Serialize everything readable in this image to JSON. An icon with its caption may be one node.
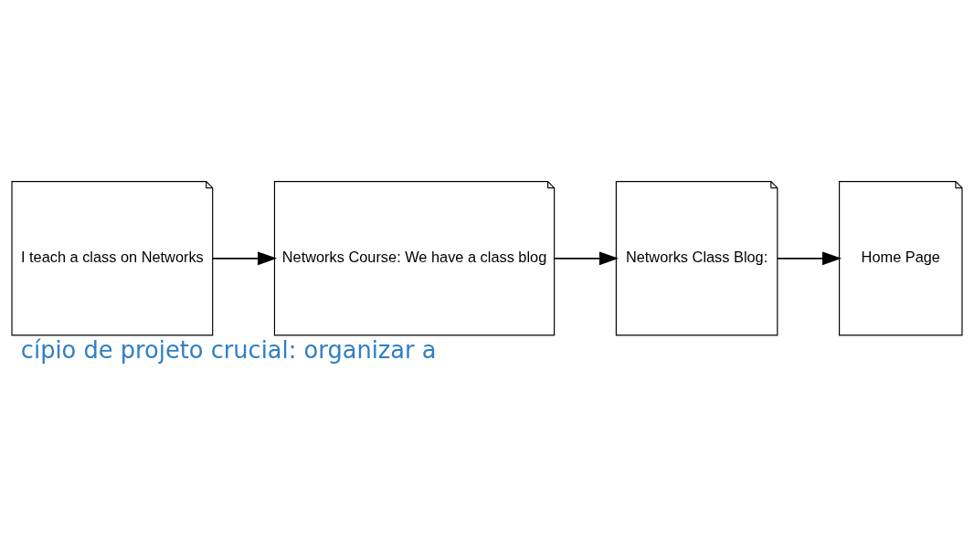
{
  "diagram": {
    "caption": "cípio de projeto crucial: organizar a",
    "nodes": [
      {
        "text": [
          "I teach a class on Networks"
        ]
      },
      {
        "text": [
          "Networks Course: We have a class blog"
        ]
      },
      {
        "text": [
          "Networks Class Blog:"
        ]
      },
      {
        "text": [
          "Home Page"
        ]
      }
    ],
    "edges": [
      {
        "from": 0,
        "to": 1,
        "arrow": "to"
      },
      {
        "from": 1,
        "to": 2,
        "arrow": "to"
      },
      {
        "from": 2,
        "to": 3,
        "arrow": "to"
      }
    ]
  }
}
